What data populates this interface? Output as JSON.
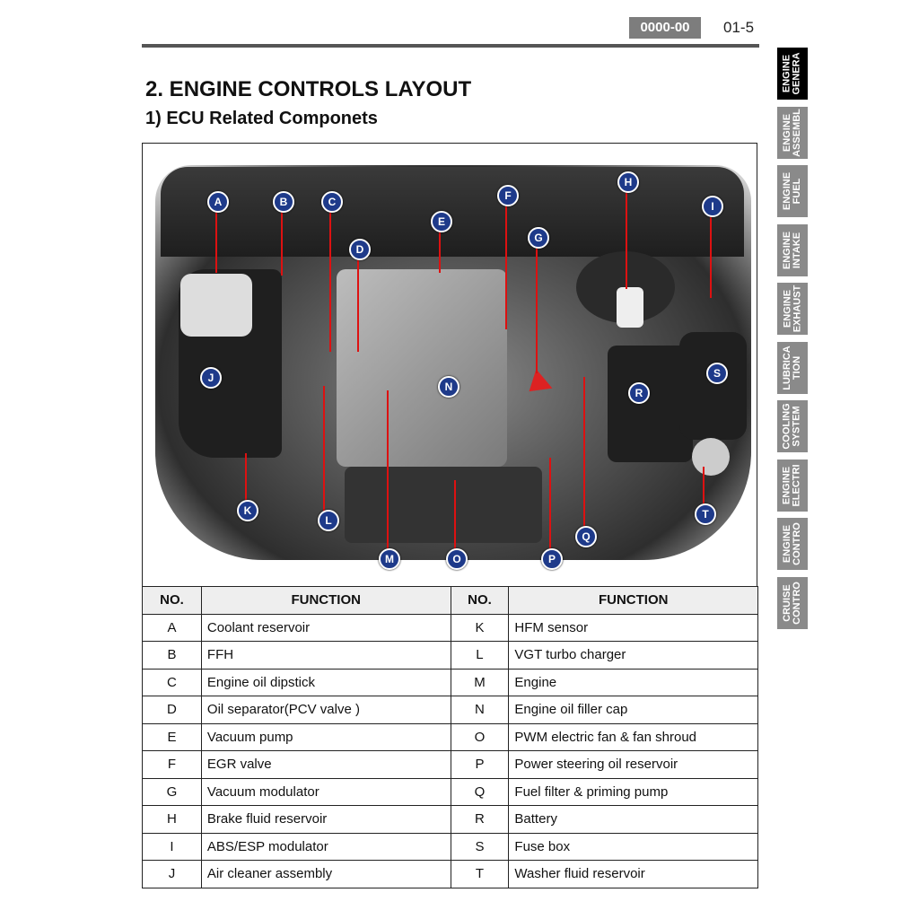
{
  "header": {
    "code": "0000-00",
    "page": "01-5"
  },
  "title": "2. ENGINE CONTROLS LAYOUT",
  "subtitle": "1) ECU Related Componets",
  "side_tabs": [
    {
      "label": "ENGINE\nGENERA",
      "active": true
    },
    {
      "label": "ENGINE\nASSEMBL"
    },
    {
      "label": "ENGINE\nFUEL"
    },
    {
      "label": "ENGINE\nINTAKE"
    },
    {
      "label": "ENGINE\nEXHAUST"
    },
    {
      "label": "LUBRICA\nTION"
    },
    {
      "label": "COOLING\nSYSTEM"
    },
    {
      "label": "ENGINE\nELECTRI"
    },
    {
      "label": "ENGINE\nCONTRO"
    },
    {
      "label": "CRUISE\nCONTRO"
    }
  ],
  "figure": {
    "callouts": [
      "A",
      "B",
      "C",
      "D",
      "E",
      "F",
      "G",
      "H",
      "I",
      "J",
      "K",
      "L",
      "M",
      "N",
      "O",
      "P",
      "Q",
      "R",
      "S",
      "T"
    ]
  },
  "table": {
    "headers": [
      "NO.",
      "FUNCTION",
      "NO.",
      "FUNCTION"
    ],
    "rows": [
      [
        "A",
        "Coolant reservoir",
        "K",
        "HFM sensor"
      ],
      [
        "B",
        "FFH",
        "L",
        "VGT turbo charger"
      ],
      [
        "C",
        "Engine oil dipstick",
        "M",
        "Engine"
      ],
      [
        "D",
        "Oil separator(PCV valve )",
        "N",
        "Engine oil filler cap"
      ],
      [
        "E",
        "Vacuum pump",
        "O",
        "PWM electric fan & fan shroud"
      ],
      [
        "F",
        "EGR valve",
        "P",
        "Power steering oil reservoir"
      ],
      [
        "G",
        "Vacuum modulator",
        "Q",
        "Fuel filter & priming pump"
      ],
      [
        "H",
        "Brake fluid reservoir",
        "R",
        "Battery"
      ],
      [
        "I",
        "ABS/ESP modulator",
        "S",
        "Fuse box"
      ],
      [
        "J",
        "Air cleaner assembly",
        "T",
        "Washer fluid reservoir"
      ]
    ]
  }
}
